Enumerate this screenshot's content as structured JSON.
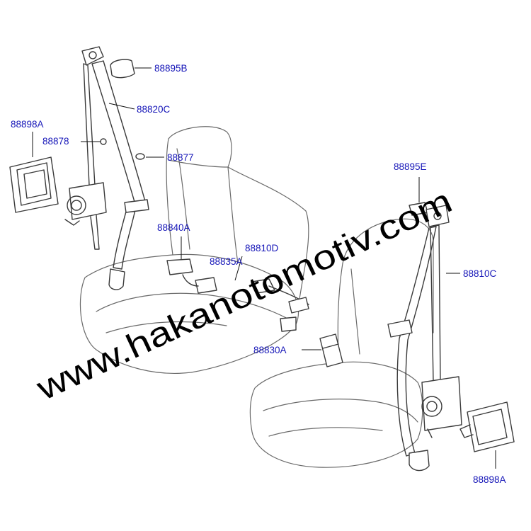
{
  "part_labels": {
    "p88895b": "88895B",
    "p88820c": "88820C",
    "p88898a_left": "88898A",
    "p88878": "88878",
    "p88877": "88877",
    "p88840a": "88840A",
    "p88810d": "88810D",
    "p88835a": "88835A",
    "p88895e": "88895E",
    "p88810c": "88810C",
    "p88830a": "88830A",
    "p88898a_right": "88898A"
  },
  "watermark": "www.hakanotomotiv.com",
  "colors": {
    "callout_text": "#1616b8",
    "drawing_lines": "#3a3a3a",
    "watermark": "#000000"
  }
}
